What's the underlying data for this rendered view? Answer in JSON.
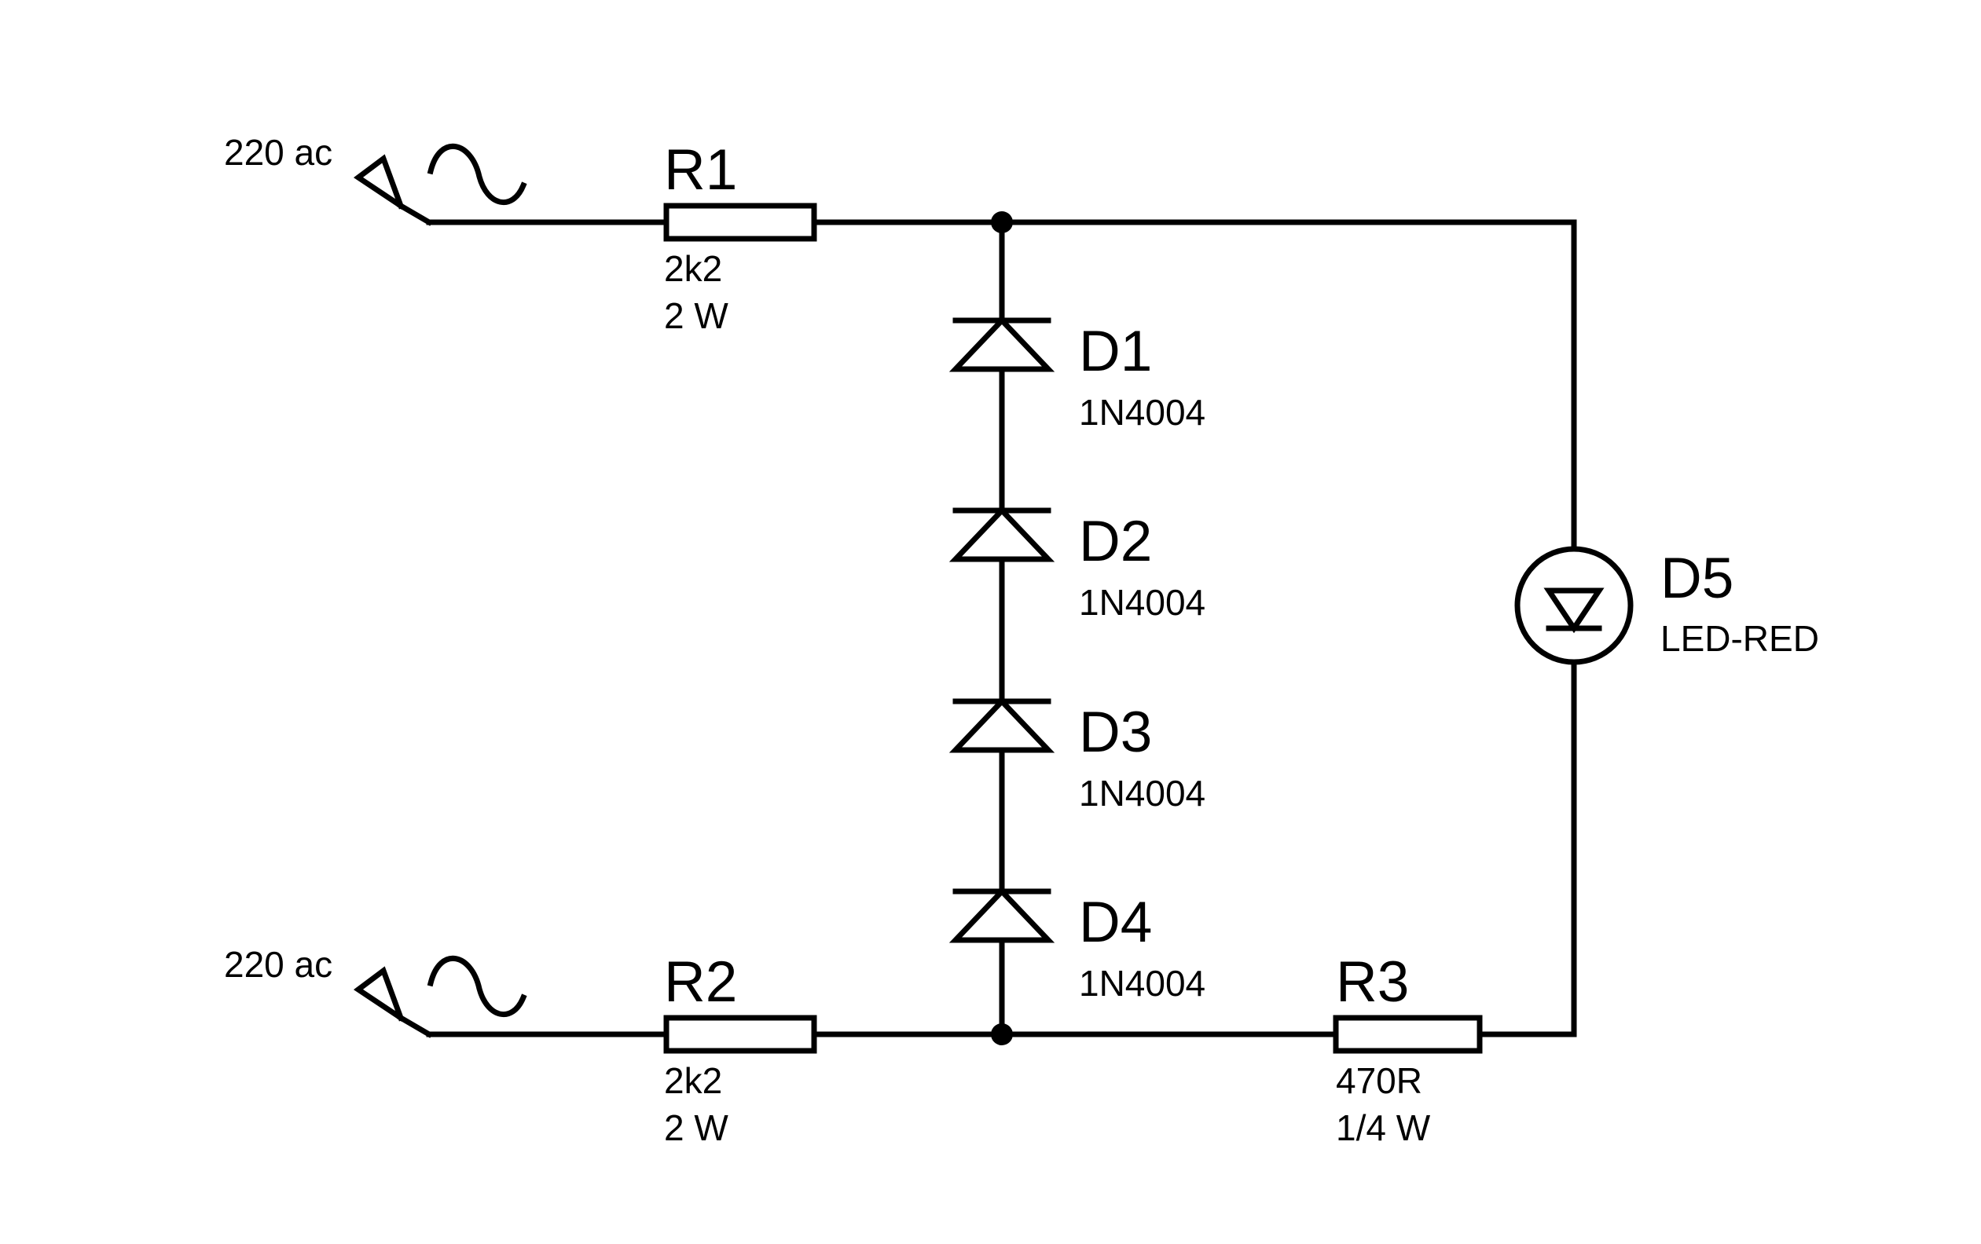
{
  "colors": {
    "background": "#ffffff",
    "ink": "#000000"
  },
  "sources": [
    {
      "label": "220 ac",
      "icon": "ac-source-icon"
    },
    {
      "label": "220 ac",
      "icon": "ac-source-icon"
    }
  ],
  "resistors": [
    {
      "ref": "R1",
      "value": "2k2",
      "power": "2 W"
    },
    {
      "ref": "R2",
      "value": "2k2",
      "power": "2 W"
    },
    {
      "ref": "R3",
      "value": "470R",
      "power": "1/4 W"
    }
  ],
  "diodes": [
    {
      "ref": "D1",
      "part": "1N4004"
    },
    {
      "ref": "D2",
      "part": "1N4004"
    },
    {
      "ref": "D3",
      "part": "1N4004"
    },
    {
      "ref": "D4",
      "part": "1N4004"
    }
  ],
  "led": {
    "ref": "D5",
    "part": "LED-RED"
  }
}
